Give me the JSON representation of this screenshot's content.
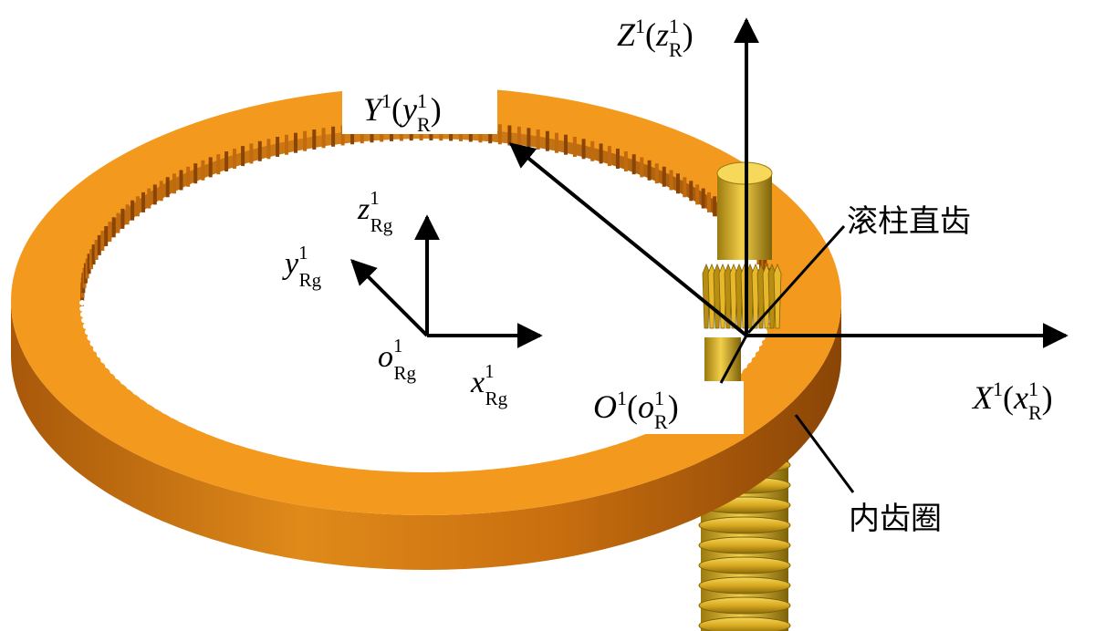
{
  "diagram": {
    "global_axes": {
      "z": {
        "letter": "Z",
        "sup": "1",
        "paren_open": "(",
        "sub_letter": "z",
        "sub_sup": "1",
        "sub": "R",
        "paren_close": ")"
      },
      "y": {
        "letter": "Y",
        "sup": "1",
        "paren_open": "(",
        "sub_letter": "y",
        "sub_sup": "1",
        "sub": "R",
        "paren_close": ")"
      },
      "x": {
        "letter": "X",
        "sup": "1",
        "paren_open": "(",
        "sub_letter": "x",
        "sub_sup": "1",
        "sub": "R",
        "paren_close": ")"
      },
      "o": {
        "letter": "O",
        "sup": "1",
        "paren_open": "(",
        "sub_letter": "o",
        "sub_sup": "1",
        "sub": "R",
        "paren_close": ")"
      }
    },
    "local_axes": {
      "z": {
        "letter": "z",
        "sup": "1",
        "sub": "Rg"
      },
      "y": {
        "letter": "y",
        "sup": "1",
        "sub": "Rg"
      },
      "x": {
        "letter": "x",
        "sup": "1",
        "sub": "Rg"
      },
      "o": {
        "letter": "o",
        "sup": "1",
        "sub": "Rg"
      }
    },
    "callouts": {
      "hob_spur_gear": "滚柱直齿",
      "internal_ring_gear": "内齿圈"
    },
    "colors": {
      "ring_top": "#F39A1E",
      "ring_side_dark": "#A8580A",
      "ring_side_light": "#E08A1A",
      "gear_gold": "#E8B82A",
      "gear_gold_dark": "#9C7A0E",
      "axis": "#000000"
    }
  }
}
